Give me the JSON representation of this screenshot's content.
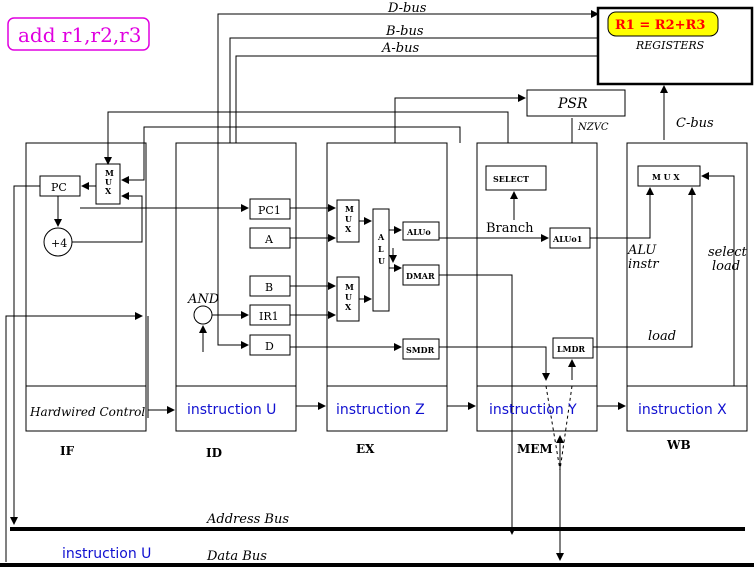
{
  "instruction_box": "add r1,r2,r3",
  "buses": {
    "d_bus": "D-bus",
    "b_bus": "B-bus",
    "a_bus": "A-bus",
    "c_bus": "C-bus",
    "address_bus": "Address Bus",
    "data_bus": "Data Bus"
  },
  "registers": {
    "result": "R1 = R2+R3",
    "label": "REGISTERS"
  },
  "psr": {
    "label": "PSR",
    "flags": "NZVC"
  },
  "blocks": {
    "pc": "PC",
    "plus4": "+4",
    "mux_if": "M\nU\nX",
    "pc1": "PC1",
    "a": "A",
    "b": "B",
    "ir1": "IR1",
    "d": "D",
    "and": "AND",
    "mux_ex_top": "M\nU\nX",
    "mux_ex_bot": "M\nU\nX",
    "alu": "A\nL\nU",
    "aluo": "ALUo",
    "dmar": "DMAR",
    "smdr": "SMDR",
    "select": "SELECT",
    "branch": "Branch",
    "aluo1": "ALUo1",
    "lmdr": "LMDR",
    "mux_wb": "M U X",
    "alu_instr": "ALU\ninstr",
    "select_load": "select\nload",
    "load": "load",
    "hardwired": "Hardwired Control"
  },
  "stage_instructions": {
    "id": "instruction U",
    "ex": "instruction Z",
    "mem": "instruction Y",
    "wb": "instruction X",
    "data_bus": "instruction U"
  },
  "stage_names": [
    "IF",
    "ID",
    "EX",
    "MEM",
    "WB"
  ]
}
